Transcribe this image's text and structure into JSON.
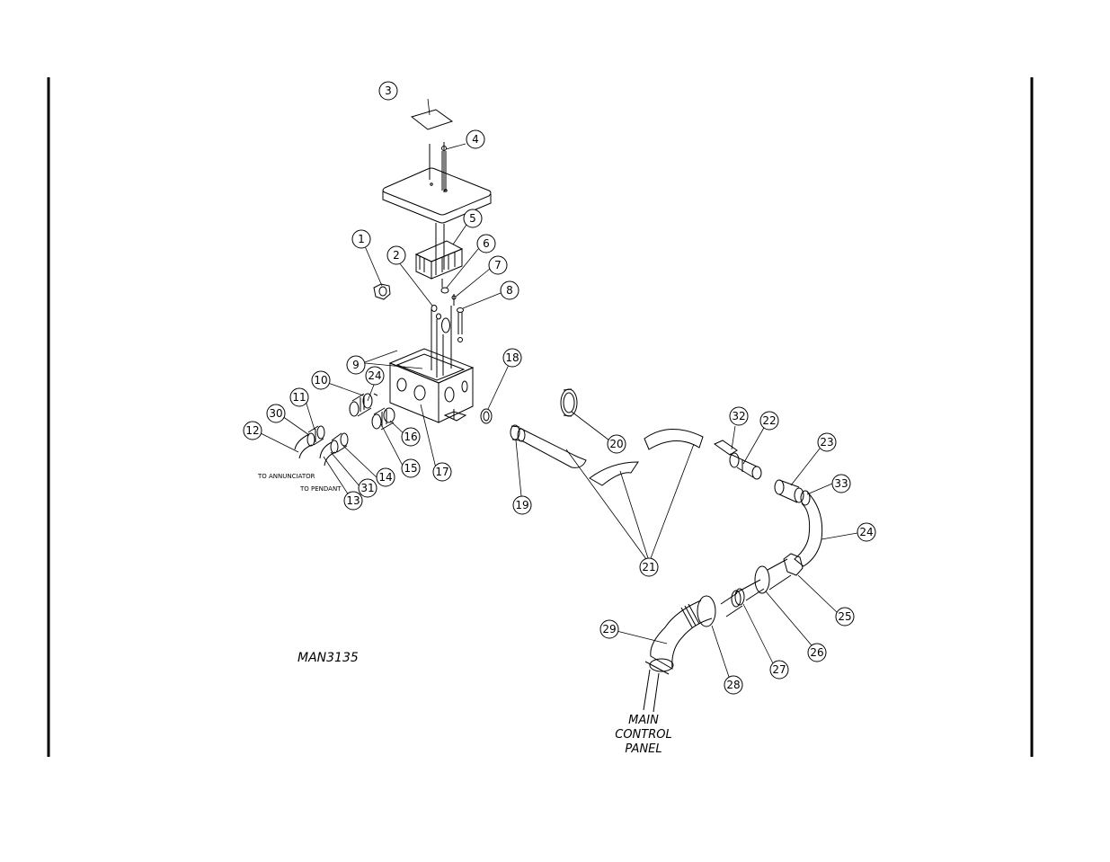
{
  "drawing_id": "MAN3135",
  "labels": {
    "to_annunciator": "TO ANNUNCIATOR",
    "to_pendant": "TO PENDANT",
    "main_control_panel": [
      "MAIN",
      "CONTROL",
      "PANEL"
    ]
  },
  "callouts": [
    "1",
    "2",
    "3",
    "4",
    "5",
    "6",
    "7",
    "8",
    "9",
    "10",
    "11",
    "12",
    "13",
    "14",
    "15",
    "16",
    "17",
    "18",
    "19",
    "20",
    "21",
    "22",
    "23",
    "24",
    "24",
    "25",
    "26",
    "27",
    "28",
    "29",
    "30",
    "31",
    "32",
    "33"
  ]
}
